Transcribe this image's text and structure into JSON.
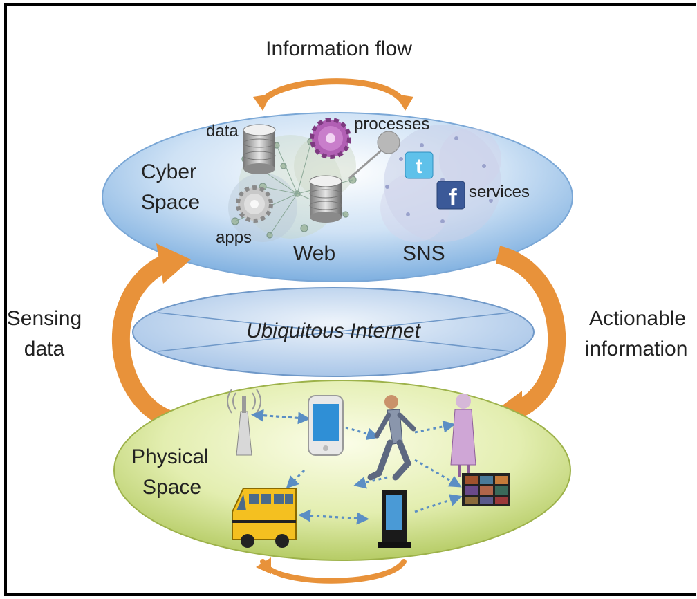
{
  "top_flow_label": "Information flow",
  "left_flow": {
    "line1": "Sensing",
    "line2": "data"
  },
  "right_flow": {
    "line1": "Actionable",
    "line2": "information"
  },
  "cyber_space": {
    "title_line1": "Cyber",
    "title_line2": "Space",
    "labels": {
      "data": "data",
      "processes": "processes",
      "services": "services",
      "apps": "apps",
      "web": "Web",
      "sns": "SNS"
    }
  },
  "internet": {
    "label": "Ubiquitous Internet"
  },
  "physical_space": {
    "title_line1": "Physical",
    "title_line2": "Space"
  },
  "colors": {
    "arrow": "#e8923a",
    "cyber_fill": "#9fc6ec",
    "internet_fill": "#bcd3ee",
    "physical_fill": "#d9e79a",
    "connector": "#5b8ec4"
  }
}
